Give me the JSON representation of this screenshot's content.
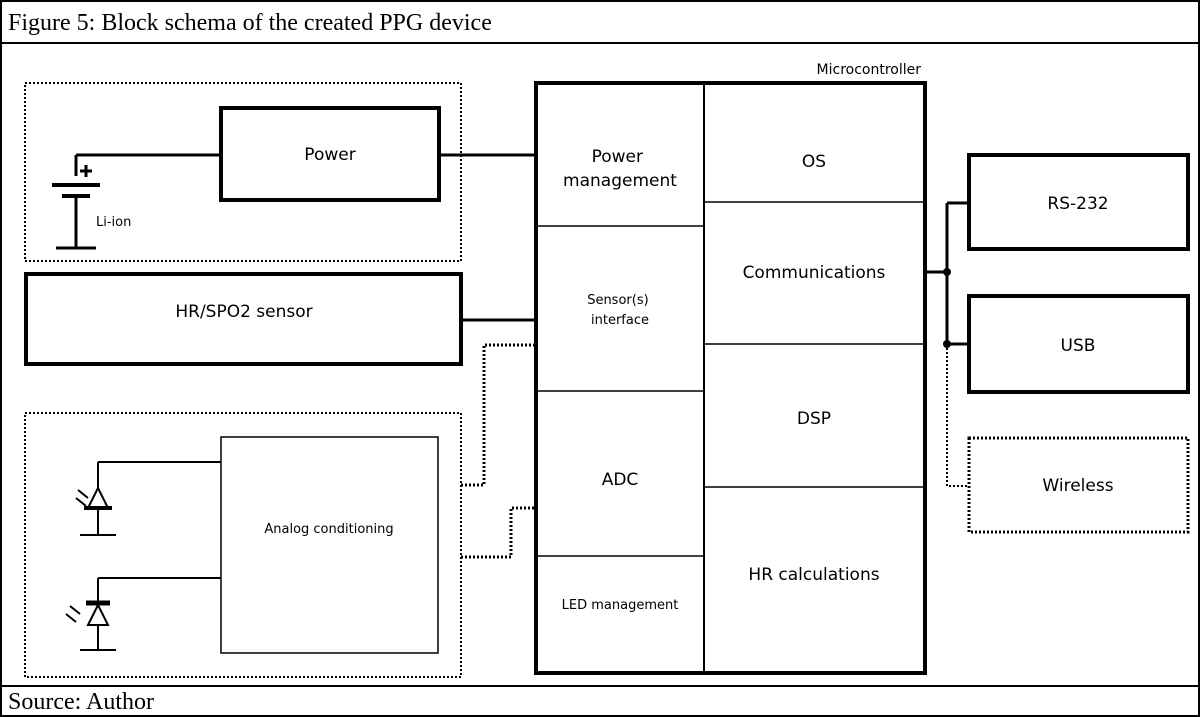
{
  "caption": "Figure 5: Block schema of the created PPG device",
  "source": "Source: Author",
  "diagram": {
    "microcontroller_label": "Microcontroller",
    "power_label": "Power",
    "battery_label": "Li-ion",
    "sensor_label": "HR/SPO2 sensor",
    "analog_label": "Analog conditioning",
    "mcu_left": {
      "power_management": [
        "Power",
        "management"
      ],
      "sensor_interface": [
        "Sensor(s)",
        "interface"
      ],
      "adc": "ADC",
      "led_management": "LED management"
    },
    "mcu_right": {
      "os": "OS",
      "communications": "Communications",
      "dsp": "DSP",
      "hr_calculations": "HR calculations"
    },
    "rs232_label": "RS-232",
    "usb_label": "USB",
    "wireless_label": "Wireless"
  }
}
